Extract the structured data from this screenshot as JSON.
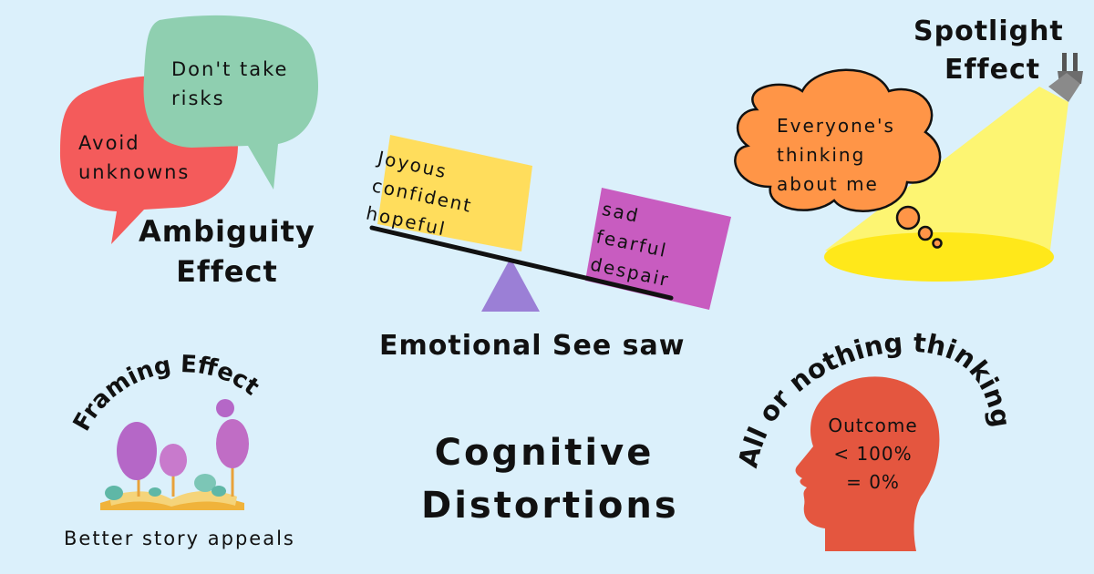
{
  "title": {
    "line1": "Cognitive",
    "line2": "Distortions"
  },
  "ambiguity": {
    "bubble_red_text": [
      "Avoid",
      "unknowns"
    ],
    "bubble_green_text": [
      "Don't take",
      "risks"
    ],
    "label": [
      "Ambiguity",
      "Effect"
    ]
  },
  "seesaw": {
    "left_box": [
      "Joyous",
      "confident",
      "hopeful"
    ],
    "right_box": [
      "sad",
      "fearful",
      "despair"
    ],
    "label": "Emotional See saw"
  },
  "spotlight": {
    "label": [
      "Spotlight",
      "Effect"
    ],
    "thought": [
      "Everyone's",
      "thinking",
      "about me"
    ]
  },
  "framing": {
    "arc_label": "Framing Effect",
    "caption": "Better story appeals"
  },
  "all_or_nothing": {
    "arc_label": "All or nothing thinking",
    "head_text": [
      "Outcome",
      "< 100%",
      "= 0%"
    ]
  },
  "colors": {
    "background": "#dbf0fb",
    "red_bubble": "#f45b5b",
    "green_bubble": "#8fcfb0",
    "yellow_box": "#ffdd5c",
    "magenta_box": "#c85cc0",
    "fulcrum": "#9b7fd6",
    "thought_cloud": "#ff9547",
    "spotlight": "#ffef1a",
    "head": "#e4563f"
  },
  "icons": [
    "speech-bubble-icon",
    "spotlight-lamp-icon",
    "thought-cloud-icon",
    "storybook-trees-icon",
    "head-profile-icon"
  ]
}
